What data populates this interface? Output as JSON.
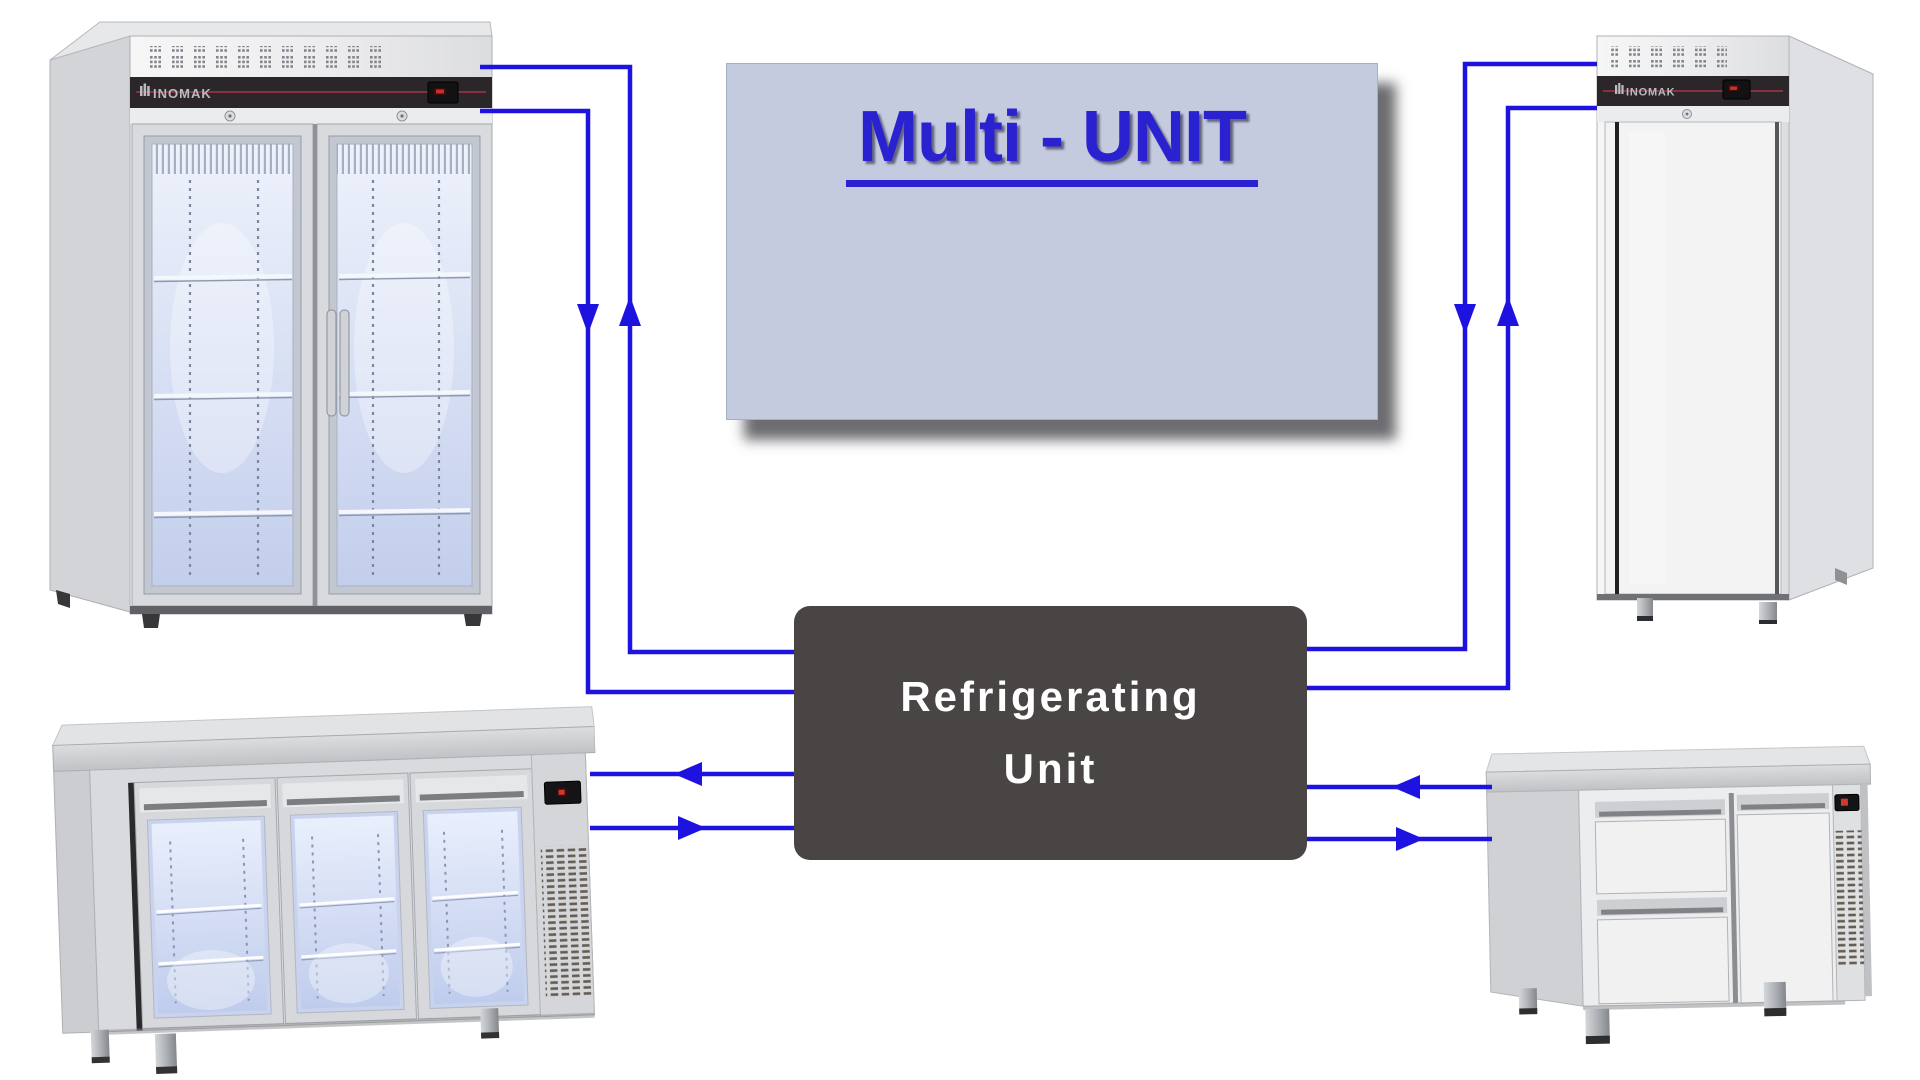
{
  "diagram": {
    "title_panel": {
      "label": "Multi - UNIT"
    },
    "unit_box": {
      "line1": "Refrigerating",
      "line2": "Unit"
    },
    "appliances": {
      "double_door_fridge": {
        "brand": "INOMAK",
        "type": "double glass-door upright refrigerator"
      },
      "single_door_fridge": {
        "brand": "INOMAK",
        "type": "single solid-door upright refrigerator"
      },
      "glass_counter": {
        "type": "three glass-door counter refrigerator"
      },
      "drawer_counter": {
        "type": "drawer and door counter refrigerator"
      }
    },
    "flows": [
      {
        "target": "double_door_fridge",
        "to_appliance_arrow": "up",
        "to_unit_arrow": "down"
      },
      {
        "target": "single_door_fridge",
        "to_appliance_arrow": "up",
        "to_unit_arrow": "down"
      },
      {
        "target": "glass_counter",
        "to_appliance_arrow": "left",
        "to_unit_arrow": "right"
      },
      {
        "target": "drawer_counter",
        "to_appliance_arrow": "right",
        "to_unit_arrow": "left"
      }
    ],
    "colors": {
      "background": "#ffffff",
      "pipe_blue": "#1e12e0",
      "title_blue": "#2a21d0",
      "panel_bg": "#c5cbde",
      "unit_bg": "#4a4545",
      "unit_text": "#ffffff",
      "brand_band": "#2b2629",
      "brand_red_stripe": "#a43546"
    }
  }
}
